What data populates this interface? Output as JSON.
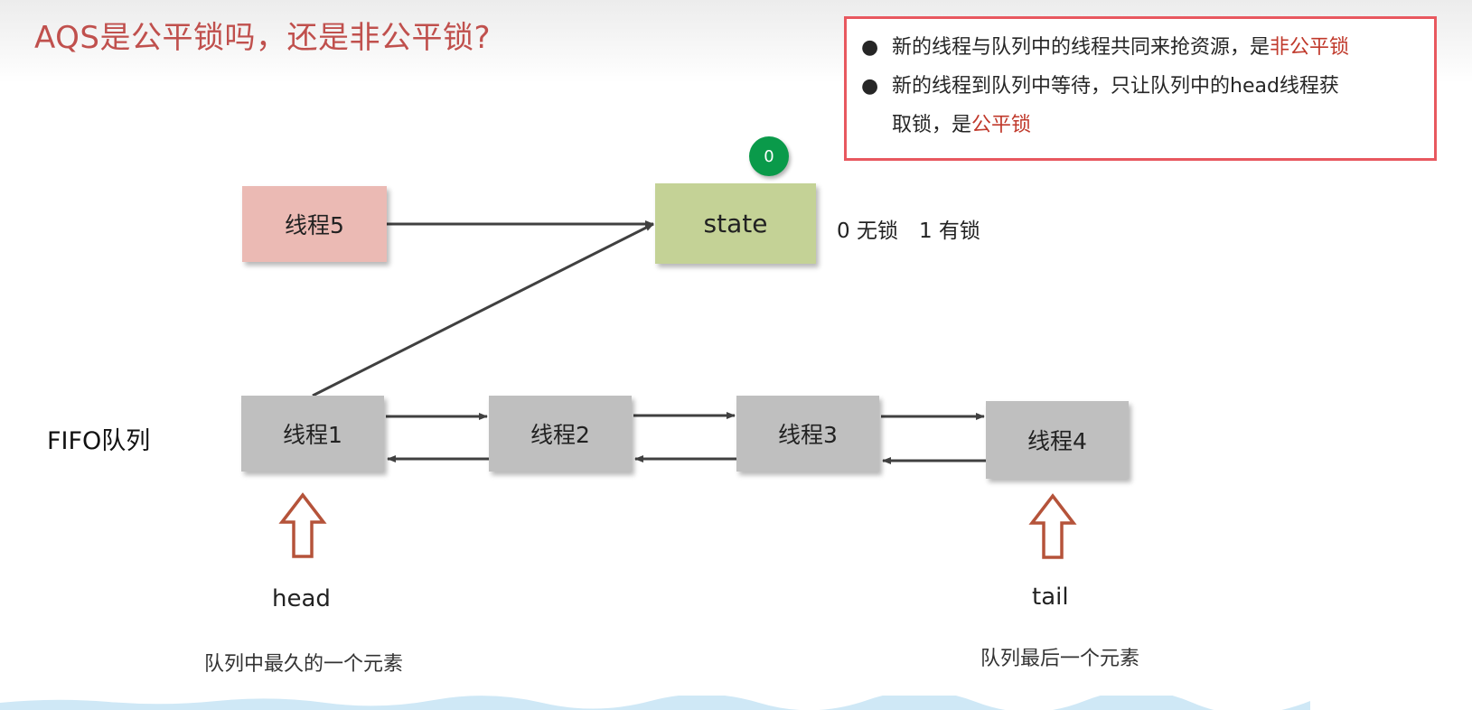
{
  "title": "AQS是公平锁吗，还是非公平锁?",
  "notes": {
    "n1": {
      "text": "新的线程与队列中的线程共同来抢资源，是",
      "emph": "非公平锁"
    },
    "n2": {
      "text_a": "新的线程到队列中等待，只让队列中的head线程获",
      "text_b": "取锁，是",
      "emph": "公平锁"
    },
    "emph_color": "#c0392b",
    "border_color": "#e8585f"
  },
  "state": {
    "label": "state",
    "value_badge": "0",
    "legend": "0 无锁　1 有锁"
  },
  "thread5": "线程5",
  "queue": {
    "label": "FIFO队列",
    "threads": [
      "线程1",
      "线程2",
      "线程3",
      "线程4"
    ]
  },
  "head": {
    "label": "head",
    "desc": "队列中最久的一个元素"
  },
  "tail": {
    "label": "tail",
    "desc": "队列最后一个元素"
  },
  "colors": {
    "title": "#c0504d",
    "thread5_fill": "#ebbab4",
    "state_fill": "#c4d296",
    "queue_fill": "#bfbfbf",
    "badge": "#0a9a4a",
    "pointer_arrow": "#b5533a"
  }
}
